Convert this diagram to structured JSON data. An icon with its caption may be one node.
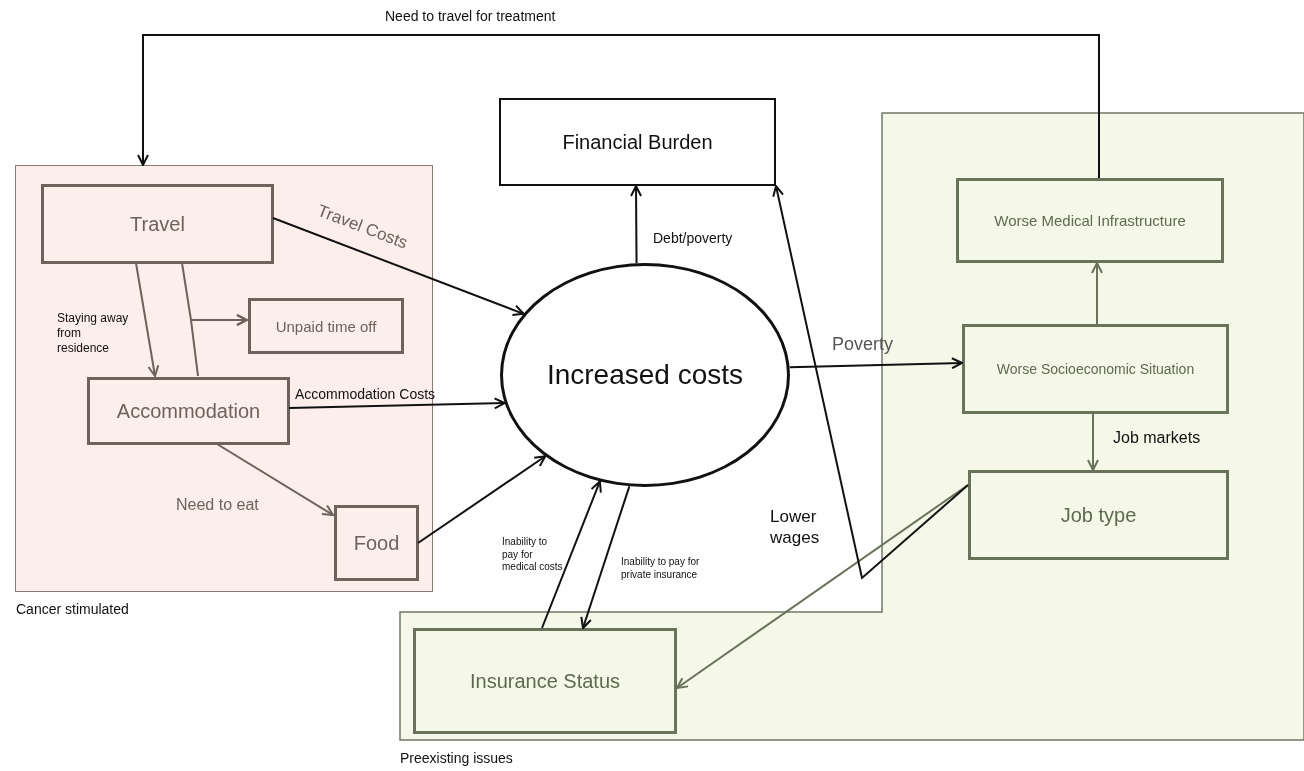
{
  "diagram": {
    "nodes": [
      {
        "text": [
          "Cancer stimulated"
        ]
      },
      {
        "text": [
          "Travel"
        ],
        "in": 0
      },
      {
        "text": [
          "Unpaid time off"
        ],
        "in": 0
      },
      {
        "text": [
          "Accommodation"
        ],
        "in": 0
      },
      {
        "text": [
          "Food"
        ],
        "in": 0
      },
      {
        "text": [
          "Financial Burden"
        ]
      },
      {
        "text": [
          "Increased costs"
        ]
      },
      {
        "text": [
          "Preexisting issues"
        ]
      },
      {
        "text": [
          "Worse Medical Infrastructure"
        ],
        "in": 7
      },
      {
        "text": [
          "Worse Socioeconomic Situation"
        ],
        "in": 7
      },
      {
        "text": [
          "Job type"
        ],
        "in": 7
      },
      {
        "text": [
          "Insurance Status"
        ],
        "in": 7
      }
    ],
    "edges": [
      {
        "from": 1,
        "to": 6,
        "arrow": "to",
        "label": "Travel Costs"
      },
      {
        "from": 1,
        "to": 3,
        "arrow": "to",
        "label": "Staying away from residence",
        "color": "#6e625c"
      },
      {
        "from": 1,
        "to": 2,
        "arrow": "to",
        "color": "#6e625c"
      },
      {
        "from": 3,
        "to": 2,
        "arrow": "to",
        "color": "#6e625c"
      },
      {
        "from": 3,
        "to": 6,
        "arrow": "to",
        "label": "Accommodation Costs"
      },
      {
        "from": 3,
        "to": 4,
        "arrow": "to",
        "label": "Need to eat",
        "color": "#6e625c"
      },
      {
        "from": 4,
        "to": 6,
        "arrow": "to"
      },
      {
        "from": 6,
        "to": 5,
        "arrow": "to",
        "label": "Debt/poverty"
      },
      {
        "from": 6,
        "to": 9,
        "arrow": "to",
        "label": "Poverty"
      },
      {
        "from": 9,
        "to": 8,
        "arrow": "to",
        "color": "#68735a"
      },
      {
        "from": 9,
        "to": 10,
        "arrow": "to",
        "label": "Job markets",
        "color": "#68735a"
      },
      {
        "from": 8,
        "to": 0,
        "arrow": "to",
        "label": "Need to travel for treatment"
      },
      {
        "from": 10,
        "to": 11,
        "arrow": "to",
        "color": "#68735a"
      },
      {
        "from": 10,
        "to": 5,
        "arrow": "to",
        "label": "Lower wages"
      },
      {
        "from": 11,
        "to": 6,
        "arrow": "to",
        "label": "Inability to pay for medical costs"
      },
      {
        "from": 6,
        "to": 11,
        "arrow": "to",
        "label": "Inability to pay for private insurance"
      }
    ]
  }
}
